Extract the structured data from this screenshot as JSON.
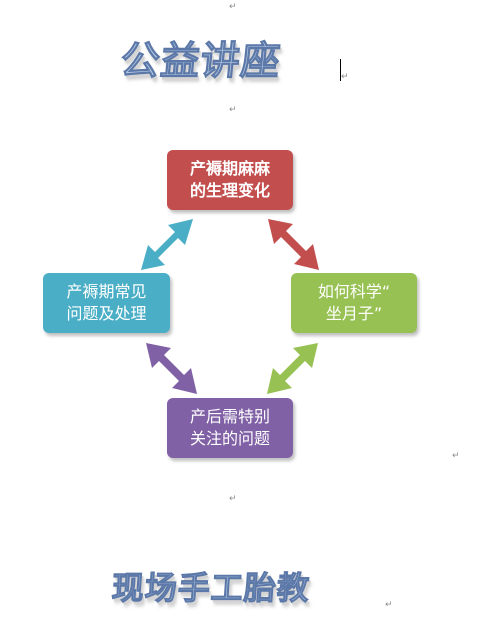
{
  "header": {
    "title": "公益讲座"
  },
  "footer": {
    "title": "现场手工胎教"
  },
  "diagram": {
    "top": {
      "lines": [
        "产褥期麻麻",
        "的生理变化"
      ]
    },
    "left": {
      "lines": [
        "产褥期常见",
        "问题及处理"
      ]
    },
    "right": {
      "lines": [
        "如何科学“",
        "坐月子”"
      ]
    },
    "bottom": {
      "lines": [
        "产后需特别",
        "关注的问题"
      ]
    }
  },
  "marks": {
    "paragraph": "↵"
  },
  "colors": {
    "top_node": "#c24e4e",
    "left_node": "#4aaec6",
    "right_node": "#97c153",
    "bottom_node": "#8061a6",
    "arrow_top_left": "#4aaec6",
    "arrow_top_right": "#c24e4e",
    "arrow_bottom_left": "#8061a6",
    "arrow_bottom_right": "#97c153"
  }
}
